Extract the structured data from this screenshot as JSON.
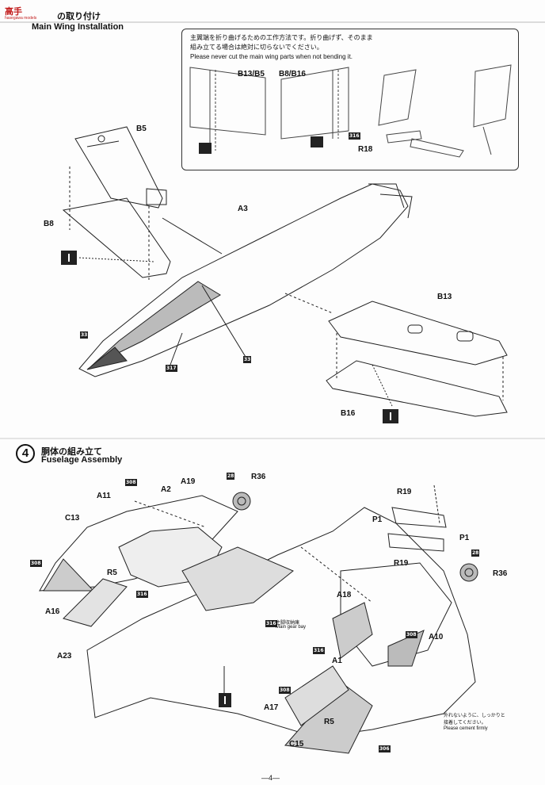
{
  "watermark": {
    "logo_text": "高手",
    "logo_sub": "hasegawa models"
  },
  "step3": {
    "title_jp": "の取り付け",
    "title_en": "Main Wing Installation",
    "note_jp_line1": "主翼端を折り曲げるための工作方法です。折り曲げず、そのまま",
    "note_jp_line2": "組み立てる場合は絶対に切らないでください。",
    "note_en": "Please never cut the main wing parts when not bending it.",
    "labels": {
      "b13_b5": "B13/B5",
      "b8_b16": "B8/B16",
      "r18": "R18",
      "c316": "316",
      "b5": "B5",
      "b8": "B8",
      "a3": "A3",
      "b13": "B13",
      "b16": "B16",
      "c33a": "33",
      "c33b": "33",
      "c317": "317"
    }
  },
  "step4": {
    "number": "4",
    "title_jp": "胴体の組み立て",
    "title_en": "Fuselage Assembly",
    "labels": {
      "a11": "A11",
      "a2": "A2",
      "a19": "A19",
      "c28a": "28",
      "r36a": "R36",
      "c13": "C13",
      "r19a": "R19",
      "p1a": "P1",
      "p1b": "P1",
      "r19b": "R19",
      "c308a": "308",
      "c308b": "308",
      "r5a": "R5",
      "c316a": "316",
      "a16": "A16",
      "c28b": "28",
      "r36b": "R36",
      "a18": "A18",
      "c316b": "316",
      "c308c": "308",
      "a10": "A10",
      "a1": "A1",
      "a23": "A23",
      "c316c": "316",
      "gear_bay_jp": "主脚収納庫",
      "gear_bay_en": "Main gear bay",
      "c308d": "308",
      "a17": "A17",
      "r5b": "R5",
      "c15": "C15",
      "c306": "306",
      "cement_jp1": "外れないように、しっかりと",
      "cement_jp2": "接着してください。",
      "cement_en": "Please cement firmly"
    }
  },
  "page_number": "—4—"
}
